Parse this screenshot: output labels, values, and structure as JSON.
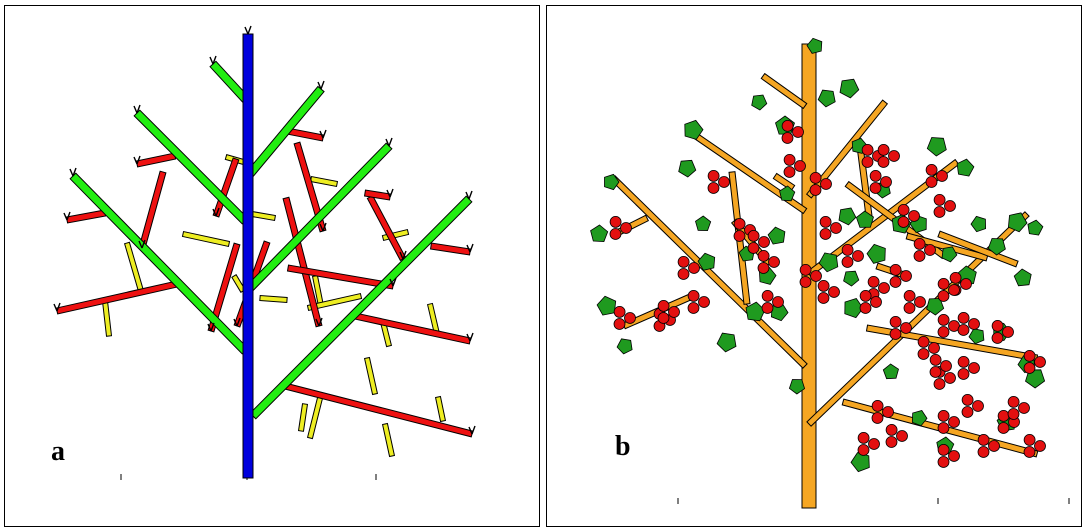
{
  "panels": [
    {
      "id": "a",
      "label": "a"
    },
    {
      "id": "b",
      "label": "b"
    }
  ],
  "colors": {
    "trunk_a": "#0000dd",
    "branch_order_1": "#22ee11",
    "branch_order_2": "#ee1111",
    "branch_order_3": "#eeee22",
    "trunk_b": "#f5a623",
    "leaf": "#1f9a1f",
    "flower": "#e31010"
  }
}
